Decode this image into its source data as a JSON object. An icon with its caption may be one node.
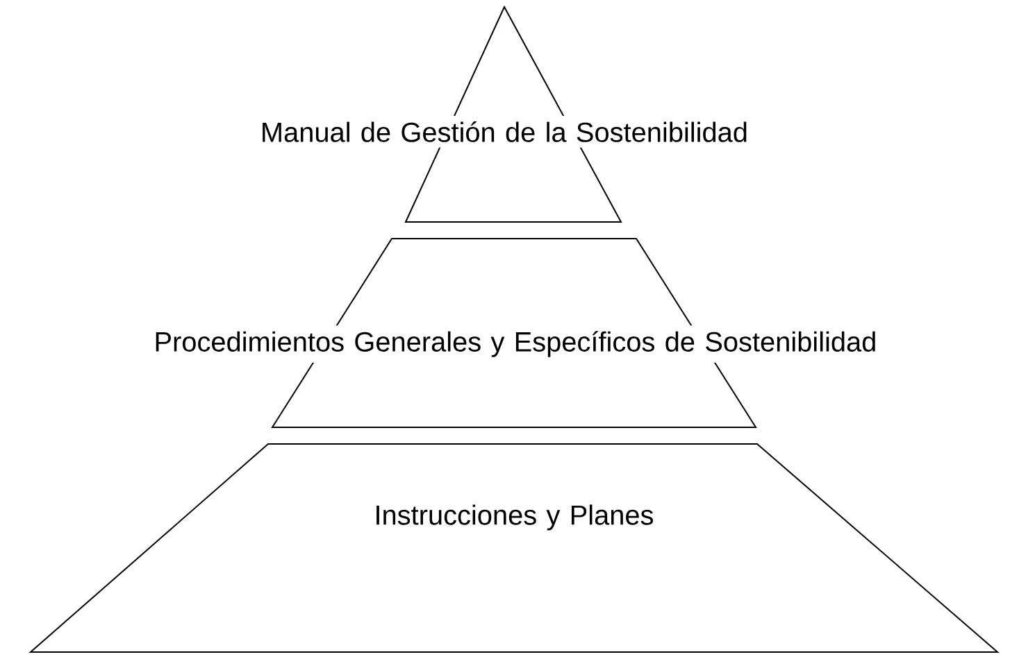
{
  "diagram": {
    "nodes": [
      {
        "text": [
          "Manual de Gestión de la Sostenibilidad"
        ]
      },
      {
        "text": [
          "Procedimientos Generales y Específicos de Sostenibilidad"
        ]
      },
      {
        "text": [
          "Instrucciones y Planes"
        ]
      }
    ]
  }
}
